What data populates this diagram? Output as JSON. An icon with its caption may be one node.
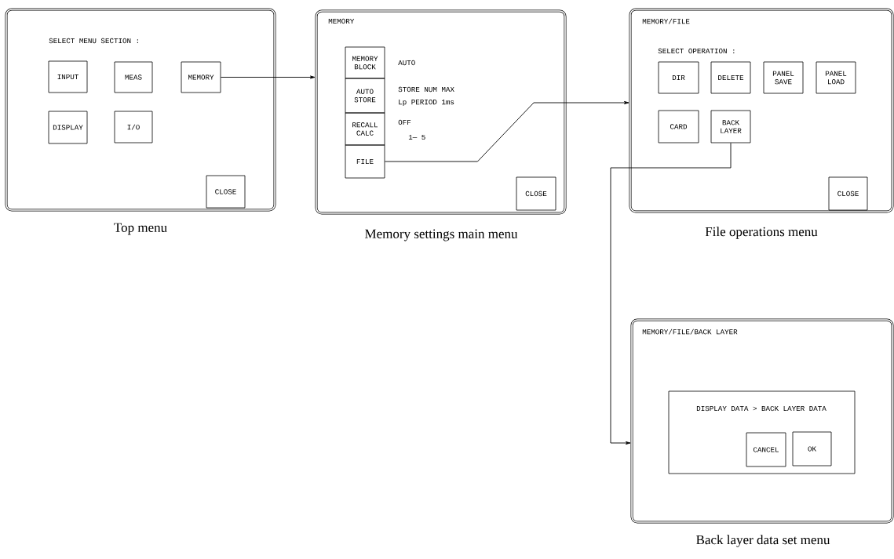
{
  "diagram": {
    "nodes": [
      {
        "text": [
          "SELECT MENU SECTION :"
        ],
        "beside": [
          "Top menu"
        ]
      },
      {
        "text": [
          "INPUT"
        ],
        "in": 0
      },
      {
        "text": [
          "MEAS"
        ],
        "in": 0
      },
      {
        "text": [
          "MEMORY"
        ],
        "in": 0
      },
      {
        "text": [
          "DISPLAY"
        ],
        "in": 0
      },
      {
        "text": [
          "I/O"
        ],
        "in": 0
      },
      {
        "text": [
          "CLOSE"
        ],
        "in": 0
      },
      {
        "text": [
          "MEMORY"
        ],
        "beside": [
          "Memory settings main menu"
        ]
      },
      {
        "text": [
          "MEMORY BLOCK"
        ],
        "in": 7,
        "beside": [
          "AUTO"
        ]
      },
      {
        "text": [
          "AUTO STORE"
        ],
        "in": 7,
        "beside": [
          "STORE NUM MAX",
          "Lp PERIOD 1ms"
        ]
      },
      {
        "text": [
          "RECALL CALC"
        ],
        "in": 7,
        "beside": [
          "OFF",
          "1— 5"
        ]
      },
      {
        "text": [
          "FILE"
        ],
        "in": 7
      },
      {
        "text": [
          "CLOSE"
        ],
        "in": 7
      },
      {
        "text": [
          "MEMORY/FILE",
          "SELECT OPERATION :"
        ],
        "beside": [
          "File operations menu"
        ]
      },
      {
        "text": [
          "DIR"
        ],
        "in": 13
      },
      {
        "text": [
          "DELETE"
        ],
        "in": 13
      },
      {
        "text": [
          "PANEL SAVE"
        ],
        "in": 13
      },
      {
        "text": [
          "PANEL LOAD"
        ],
        "in": 13
      },
      {
        "text": [
          "CARD"
        ],
        "in": 13
      },
      {
        "text": [
          "BACK LAYER"
        ],
        "in": 13
      },
      {
        "text": [
          "CLOSE"
        ],
        "in": 13
      },
      {
        "text": [
          "MEMORY/FILE/BACK LAYER"
        ],
        "beside": [
          "Back layer data set menu"
        ]
      },
      {
        "text": [
          "DISPLAY DATA > BACK LAYER DATA"
        ],
        "in": 21
      },
      {
        "text": [
          "CANCEL"
        ],
        "in": 22
      },
      {
        "text": [
          "OK"
        ],
        "in": 22
      }
    ],
    "edges": [
      {
        "from": 3,
        "to": 7,
        "arrow": "to"
      },
      {
        "from": 11,
        "to": 13,
        "arrow": "to"
      },
      {
        "from": 19,
        "to": 21,
        "arrow": "to"
      }
    ]
  }
}
